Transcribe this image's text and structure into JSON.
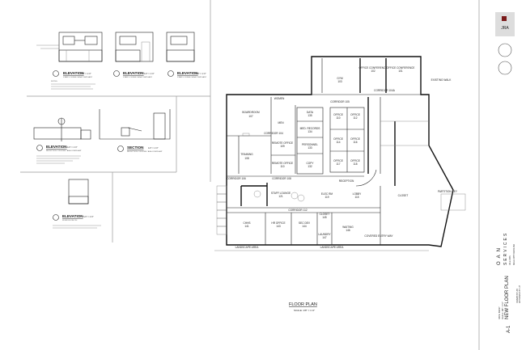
{
  "sheet": {
    "number": "A-1",
    "title": "NEW FLOOR PLAN",
    "project_line1": "OAN",
    "project_line2": "SERVICES",
    "address": "DA E   OBS",
    "city": "MALE   OPTN   AROLINA",
    "scale_text": "SCALE: 1/8\" = 1'-0\"",
    "date_text": "DATE: 9/2017",
    "drawn_by": "DRAWN BY: AB",
    "approved_by": "APPROVED BY: JP",
    "firm_logo": "JRA",
    "accent_color": "#7a1a1a"
  },
  "floor_plan": {
    "title": "FLOOR PLAN",
    "scale": "SCALE: 1/8\" = 1'-0\"",
    "rooms": [
      {
        "name": "BOARDROOM",
        "num": "107"
      },
      {
        "name": "TRAINING",
        "num": "108"
      },
      {
        "name": "WOMEN",
        "num": ""
      },
      {
        "name": "MEN",
        "num": ""
      },
      {
        "name": "DATA",
        "num": "135"
      },
      {
        "name": "MED. RECORDS",
        "num": "134"
      },
      {
        "name": "PERSONNEL",
        "num": "133"
      },
      {
        "name": "COPY",
        "num": "132"
      },
      {
        "name": "REMOTE OFFICE",
        "num": "109"
      },
      {
        "name": "REMOTE OFFICE",
        "num": "110"
      },
      {
        "name": "OFFICE",
        "num": "110"
      },
      {
        "name": "OFFICE",
        "num": "112"
      },
      {
        "name": "OFFICE",
        "num": "114"
      },
      {
        "name": "OFFICE",
        "num": "116"
      },
      {
        "name": "OFFICE",
        "num": "117"
      },
      {
        "name": "OFFICE",
        "num": "118"
      },
      {
        "name": "STAFF LOUNGE",
        "num": "121"
      },
      {
        "name": "ELEC RM",
        "num": "119"
      },
      {
        "name": "LOBBY",
        "num": "115"
      },
      {
        "name": "RECEPTION",
        "num": ""
      },
      {
        "name": "CHHS",
        "num": "141"
      },
      {
        "name": "HR OFFICE",
        "num": "143"
      },
      {
        "name": "SEC DEV",
        "num": "144"
      },
      {
        "name": "CLOSET",
        "num": "145"
      },
      {
        "name": "WAITING",
        "num": "146"
      },
      {
        "name": "LAUNDRY",
        "num": "147"
      },
      {
        "name": "GYM",
        "num": "103"
      },
      {
        "name": "OFFICE CONFERENCE",
        "num": "102"
      },
      {
        "name": "OFFICE CONFERENCE",
        "num": "101"
      }
    ],
    "corridors": [
      "CORRIDOR 104",
      "CORRIDOR 106",
      "CORRIDOR 108",
      "CORRIDOR 112",
      "CORRIDOR 105",
      "CORRIDOR 104A"
    ],
    "other_labels": [
      "COVERED ENTRY WAY",
      "CLOSET",
      "EXISTING WALK",
      "LANDSCAPE AREA",
      "LANDSCAPE AREA",
      "PARTITION KEY"
    ]
  },
  "details": [
    {
      "title": "ELEVATION",
      "scale": "1/4\" = 1'-0\"",
      "sub": "STAFF LOUNGE / ADA COMPLIANT"
    },
    {
      "title": "ELEVATION",
      "scale": "1/4\" = 1'-0\"",
      "sub": "STAFF LOUNGE / ADA COMPLIANT"
    },
    {
      "title": "ELEVATION",
      "scale": "1/4\" = 1'-0\"",
      "sub": "STAFF LOUNGE / ADA COMPLIANT"
    },
    {
      "title": "ELEVATION",
      "scale": "1/4\" = 1'-0\"",
      "sub": "RECEPTION COUNTER / ADA COMPLIANT"
    },
    {
      "title": "SECTION",
      "scale": "1/4\" = 1'-0\"",
      "sub": "RECEPTION COUNTER / ADA COMPLIANT"
    },
    {
      "title": "ELEVATION",
      "scale": "1/4\" = 1'-0\"",
      "sub": "WORK ROOM 114"
    }
  ],
  "notes_heading": "NOTES:"
}
